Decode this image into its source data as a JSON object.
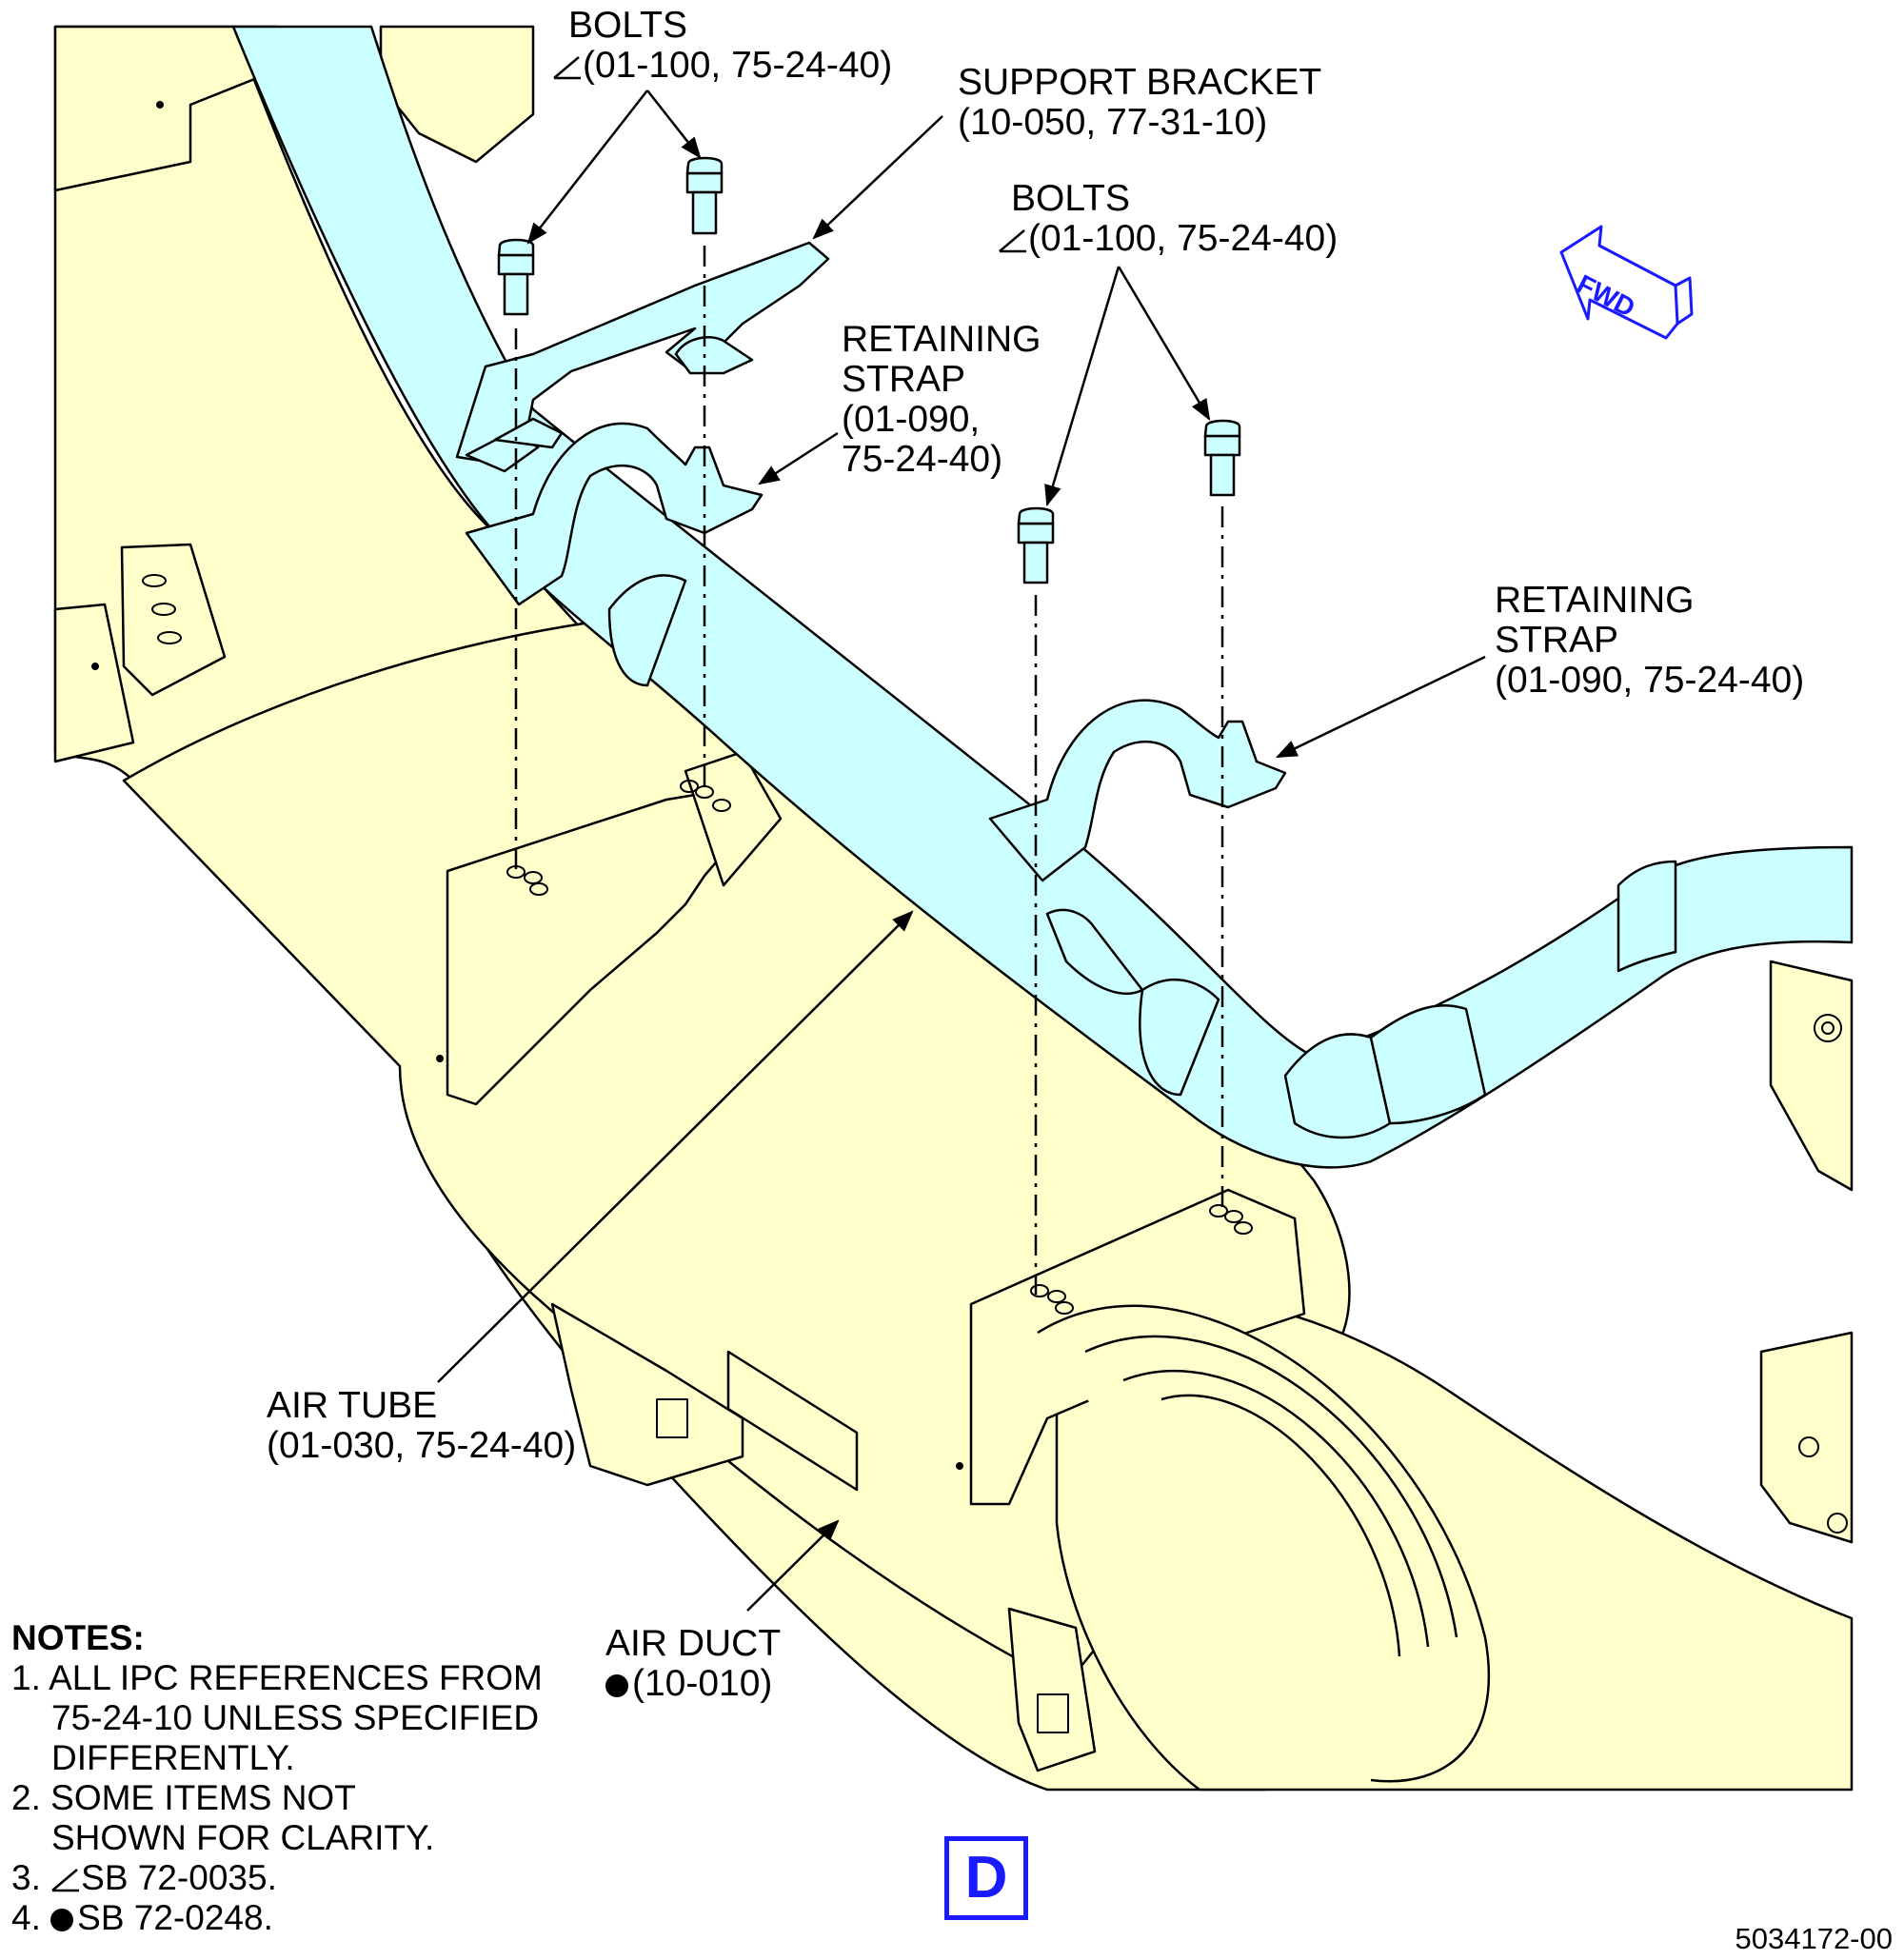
{
  "labels": {
    "bolts_top": {
      "title": "BOLTS",
      "ref": "(01-100, 75-24-40)"
    },
    "support_bracket": {
      "title": "SUPPORT BRACKET",
      "ref": "(10-050, 77-31-10)"
    },
    "bolts_mid": {
      "title": "BOLTS",
      "ref": "(01-100, 75-24-40)"
    },
    "strap_left": {
      "line1": "RETAINING",
      "line2": "STRAP",
      "line3": "(01-090,",
      "line4": "75-24-40)"
    },
    "strap_right": {
      "line1": "RETAINING",
      "line2": "STRAP",
      "line3": "(01-090, 75-24-40)"
    },
    "air_tube": {
      "title": "AIR TUBE",
      "ref": "(01-030, 75-24-40)"
    },
    "air_duct": {
      "title": "AIR DUCT",
      "ref": "(10-010)"
    },
    "fwd": "FWD"
  },
  "notes": {
    "heading": "NOTES:",
    "n1a": "1. ALL IPC REFERENCES FROM",
    "n1b": "75-24-10 UNLESS SPECIFIED",
    "n1c": "DIFFERENTLY.",
    "n2a": "2. SOME ITEMS NOT",
    "n2b": "SHOWN FOR CLARITY.",
    "n3_prefix": "3. ",
    "n3": "SB 72-0035.",
    "n4_prefix": "4. ",
    "n4": "SB 72-0248."
  },
  "view_letter": "D",
  "figure_number": "5034172-00",
  "colors": {
    "duct_fill": "#ffffcc",
    "tube_fill": "#ccffff",
    "accent_blue": "#1a1aff",
    "line": "#000000"
  },
  "icons": [
    "bolt-icon",
    "fwd-arrow-icon",
    "triangle-mark-icon",
    "dot-mark-icon"
  ]
}
